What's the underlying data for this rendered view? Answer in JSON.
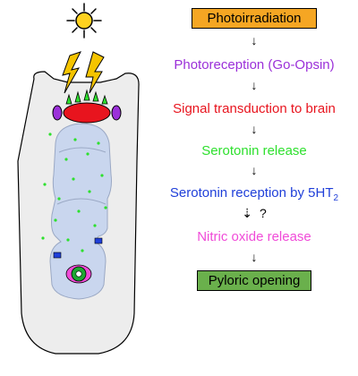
{
  "steps": {
    "photoirradiation": "Photoirradiation",
    "photoreception": "Photoreception (Go-Opsin)",
    "signal_transduction": "Signal transduction to brain",
    "serotonin_release": "Serotonin release",
    "serotonin_reception": "Serotonin reception by 5HT",
    "serotonin_reception_sub": "2",
    "nitric_oxide_release": "Nitric oxide release",
    "pyloric_opening": "Pyloric opening"
  },
  "uncertain_mark": "?",
  "colors": {
    "photoirradiation_box": "#f5a623",
    "photoreception": "#9b30d9",
    "signal_transduction": "#e8141e",
    "serotonin_release": "#2ee02e",
    "serotonin_reception": "#1f3fd9",
    "nitric_oxide_release": "#f04bd8",
    "pyloric_opening_box": "#6ab04c",
    "sun": "#ffd21f",
    "lightning": "#f5c400",
    "body": "#ededed",
    "gut": "#c9d6ee"
  }
}
